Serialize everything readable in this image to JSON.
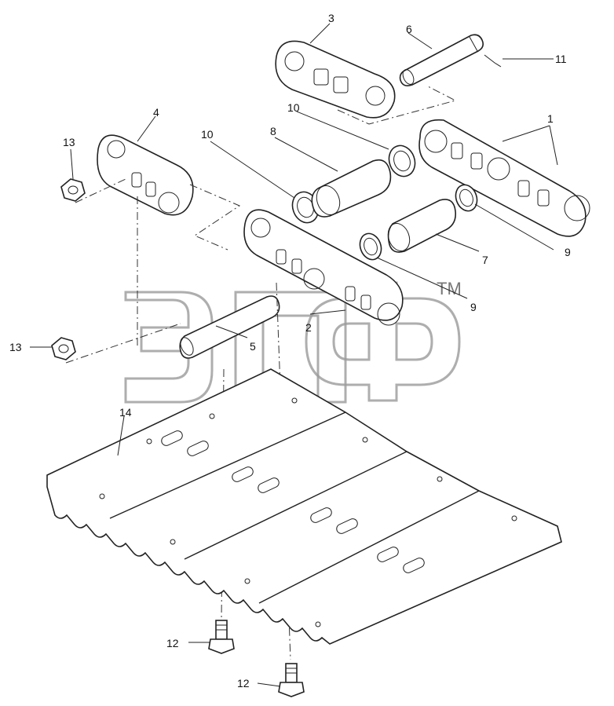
{
  "watermark": {
    "logo_letters": "эпф",
    "trademark": "TM"
  },
  "callouts": [
    {
      "id": "c1",
      "label": "1"
    },
    {
      "id": "c2",
      "label": "2"
    },
    {
      "id": "c3",
      "label": "3"
    },
    {
      "id": "c4",
      "label": "4"
    },
    {
      "id": "c5",
      "label": "5"
    },
    {
      "id": "c6",
      "label": "6"
    },
    {
      "id": "c7",
      "label": "7"
    },
    {
      "id": "c8",
      "label": "8"
    },
    {
      "id": "c9a",
      "label": "9"
    },
    {
      "id": "c9b",
      "label": "9"
    },
    {
      "id": "c10a",
      "label": "10"
    },
    {
      "id": "c10b",
      "label": "10"
    },
    {
      "id": "c11",
      "label": "11"
    },
    {
      "id": "c12a",
      "label": "12"
    },
    {
      "id": "c12b",
      "label": "12"
    },
    {
      "id": "c13a",
      "label": "13"
    },
    {
      "id": "c13b",
      "label": "13"
    },
    {
      "id": "c14",
      "label": "14"
    }
  ]
}
